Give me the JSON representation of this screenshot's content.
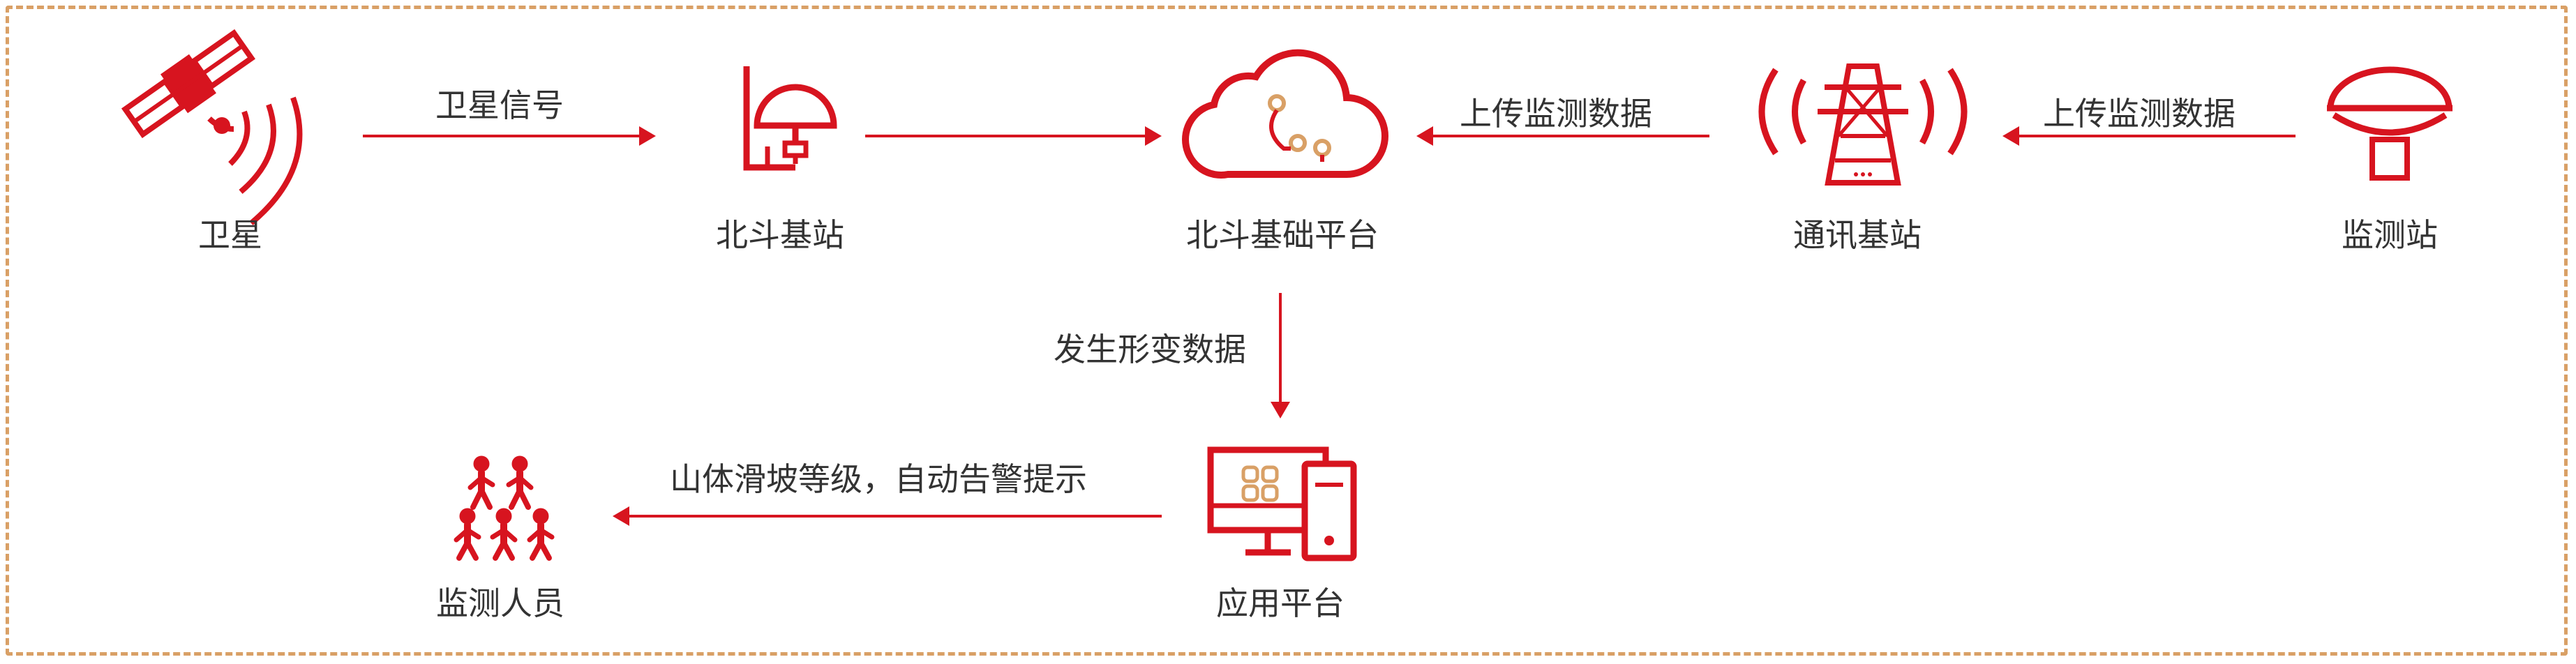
{
  "colors": {
    "accent": "#d7141f",
    "secondary": "#d9a066",
    "text": "#333333",
    "border": "#d9a066"
  },
  "nodes": {
    "satellite": {
      "label": "卫星",
      "icon": "satellite-icon"
    },
    "beidou_station": {
      "label": "北斗基站",
      "icon": "antenna-icon"
    },
    "beidou_platform": {
      "label": "北斗基础平台",
      "icon": "cloud-icon"
    },
    "comm_station": {
      "label": "通讯基站",
      "icon": "signal-tower-icon"
    },
    "monitor_station": {
      "label": "监测站",
      "icon": "gnss-receiver-icon"
    },
    "app_platform": {
      "label": "应用平台",
      "icon": "computer-icon"
    },
    "monitor_staff": {
      "label": "监测人员",
      "icon": "people-icon"
    }
  },
  "edges": {
    "satellite_signal": "卫星信号",
    "upload_data_1": "上传监测数据",
    "upload_data_2": "上传监测数据",
    "deformation_data": "发生形变数据",
    "alert": "山体滑坡等级，自动告警提示"
  }
}
